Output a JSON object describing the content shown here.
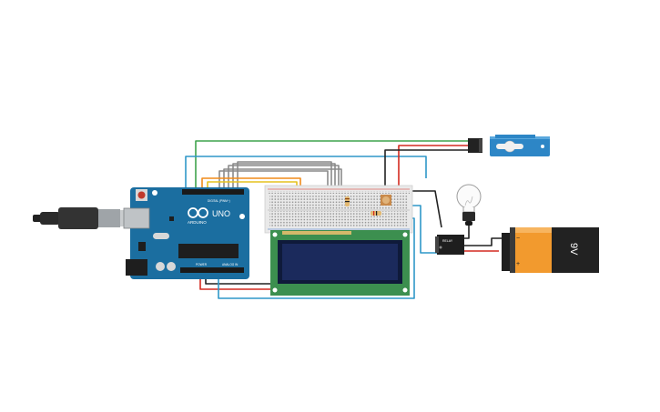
{
  "arduino": {
    "brand": "ARDUINO",
    "model": "UNO",
    "digital_label": "DIGITAL (PWM~)",
    "power_label": "POWER",
    "analog_label": "ANALOG IN"
  },
  "relay": {
    "label": "RELAY"
  },
  "battery": {
    "label": "9V",
    "plus": "+",
    "minus": "−"
  },
  "colors": {
    "arduino_board": "#1b6ea0",
    "wire_green": "#3fa34d",
    "wire_blue": "#2f97c8",
    "wire_gray": "#8a8a8a",
    "wire_orange": "#f08c1a",
    "wire_yellow": "#e6c21e",
    "wire_red": "#d42a20",
    "wire_black": "#222222",
    "lcd_pcb": "#3c8f4f",
    "lcd_screen": "#1b2a5c",
    "servo_body": "#2d86c6",
    "battery_orange": "#f29a2e"
  }
}
